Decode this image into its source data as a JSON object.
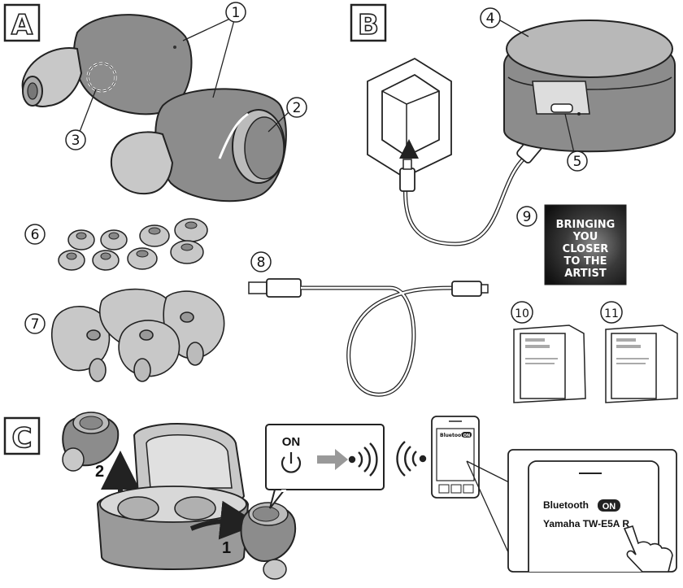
{
  "sections": {
    "a": "A",
    "b": "B",
    "c": "C"
  },
  "callouts": [
    "1",
    "2",
    "3",
    "4",
    "5",
    "6",
    "7",
    "8",
    "9",
    "10",
    "11"
  ],
  "poster": {
    "lines": [
      "BRINGING",
      "YOU",
      "CLOSER",
      "TO THE",
      "ARTIST"
    ]
  },
  "steps": {
    "step1": "1",
    "step2": "2"
  },
  "power": {
    "on_label": "ON"
  },
  "phone_small": {
    "bluetooth_label": "Bluetooth",
    "toggle": "ON"
  },
  "phone_zoom": {
    "bluetooth_label": "Bluetooth",
    "toggle": "ON",
    "device_name": "Yamaha TW-E5A R"
  },
  "colors": {
    "device_gray": "#8c8c8c",
    "tip_gray": "#c8c8c8",
    "outline": "#222222"
  }
}
